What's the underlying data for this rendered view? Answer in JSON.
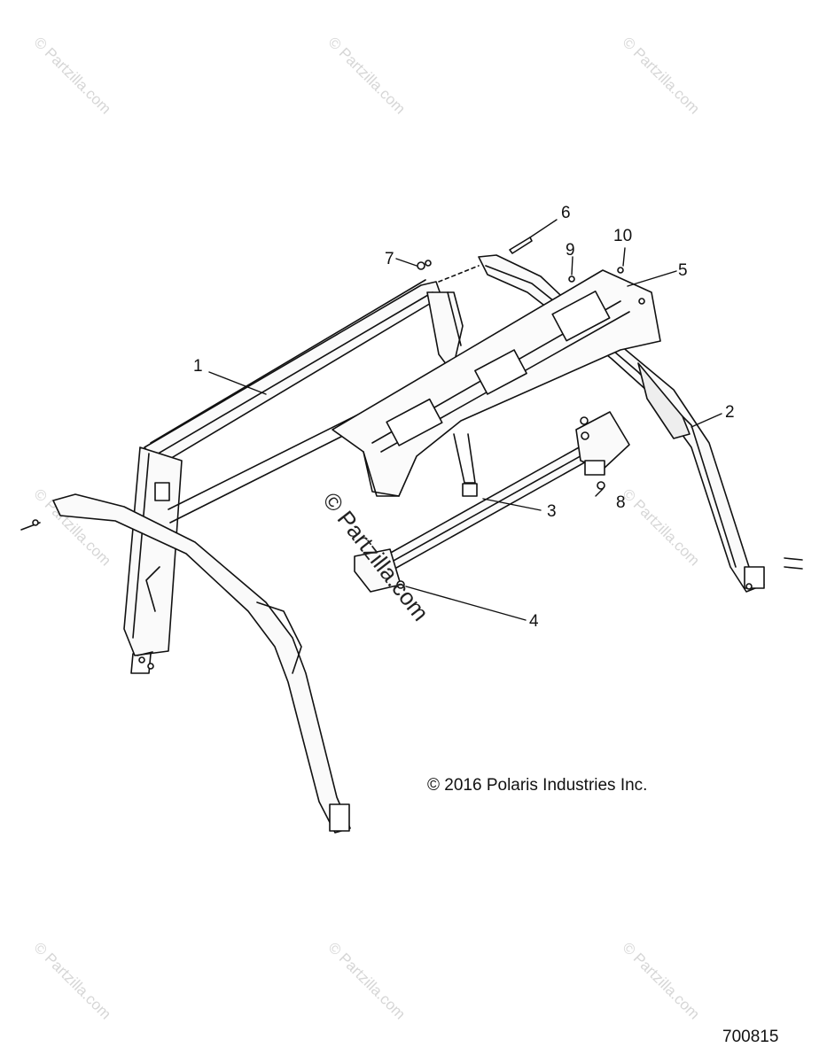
{
  "callouts": {
    "c1": "1",
    "c2": "2",
    "c3": "3",
    "c4": "4",
    "c5": "5",
    "c6": "6",
    "c7": "7",
    "c8": "8",
    "c9": "9",
    "c10": "10"
  },
  "watermark": "© Partzilla.com",
  "center_watermark": "© Partzilla.com",
  "copyright": "© 2016 Polaris Industries Inc.",
  "figure_number": "700815"
}
